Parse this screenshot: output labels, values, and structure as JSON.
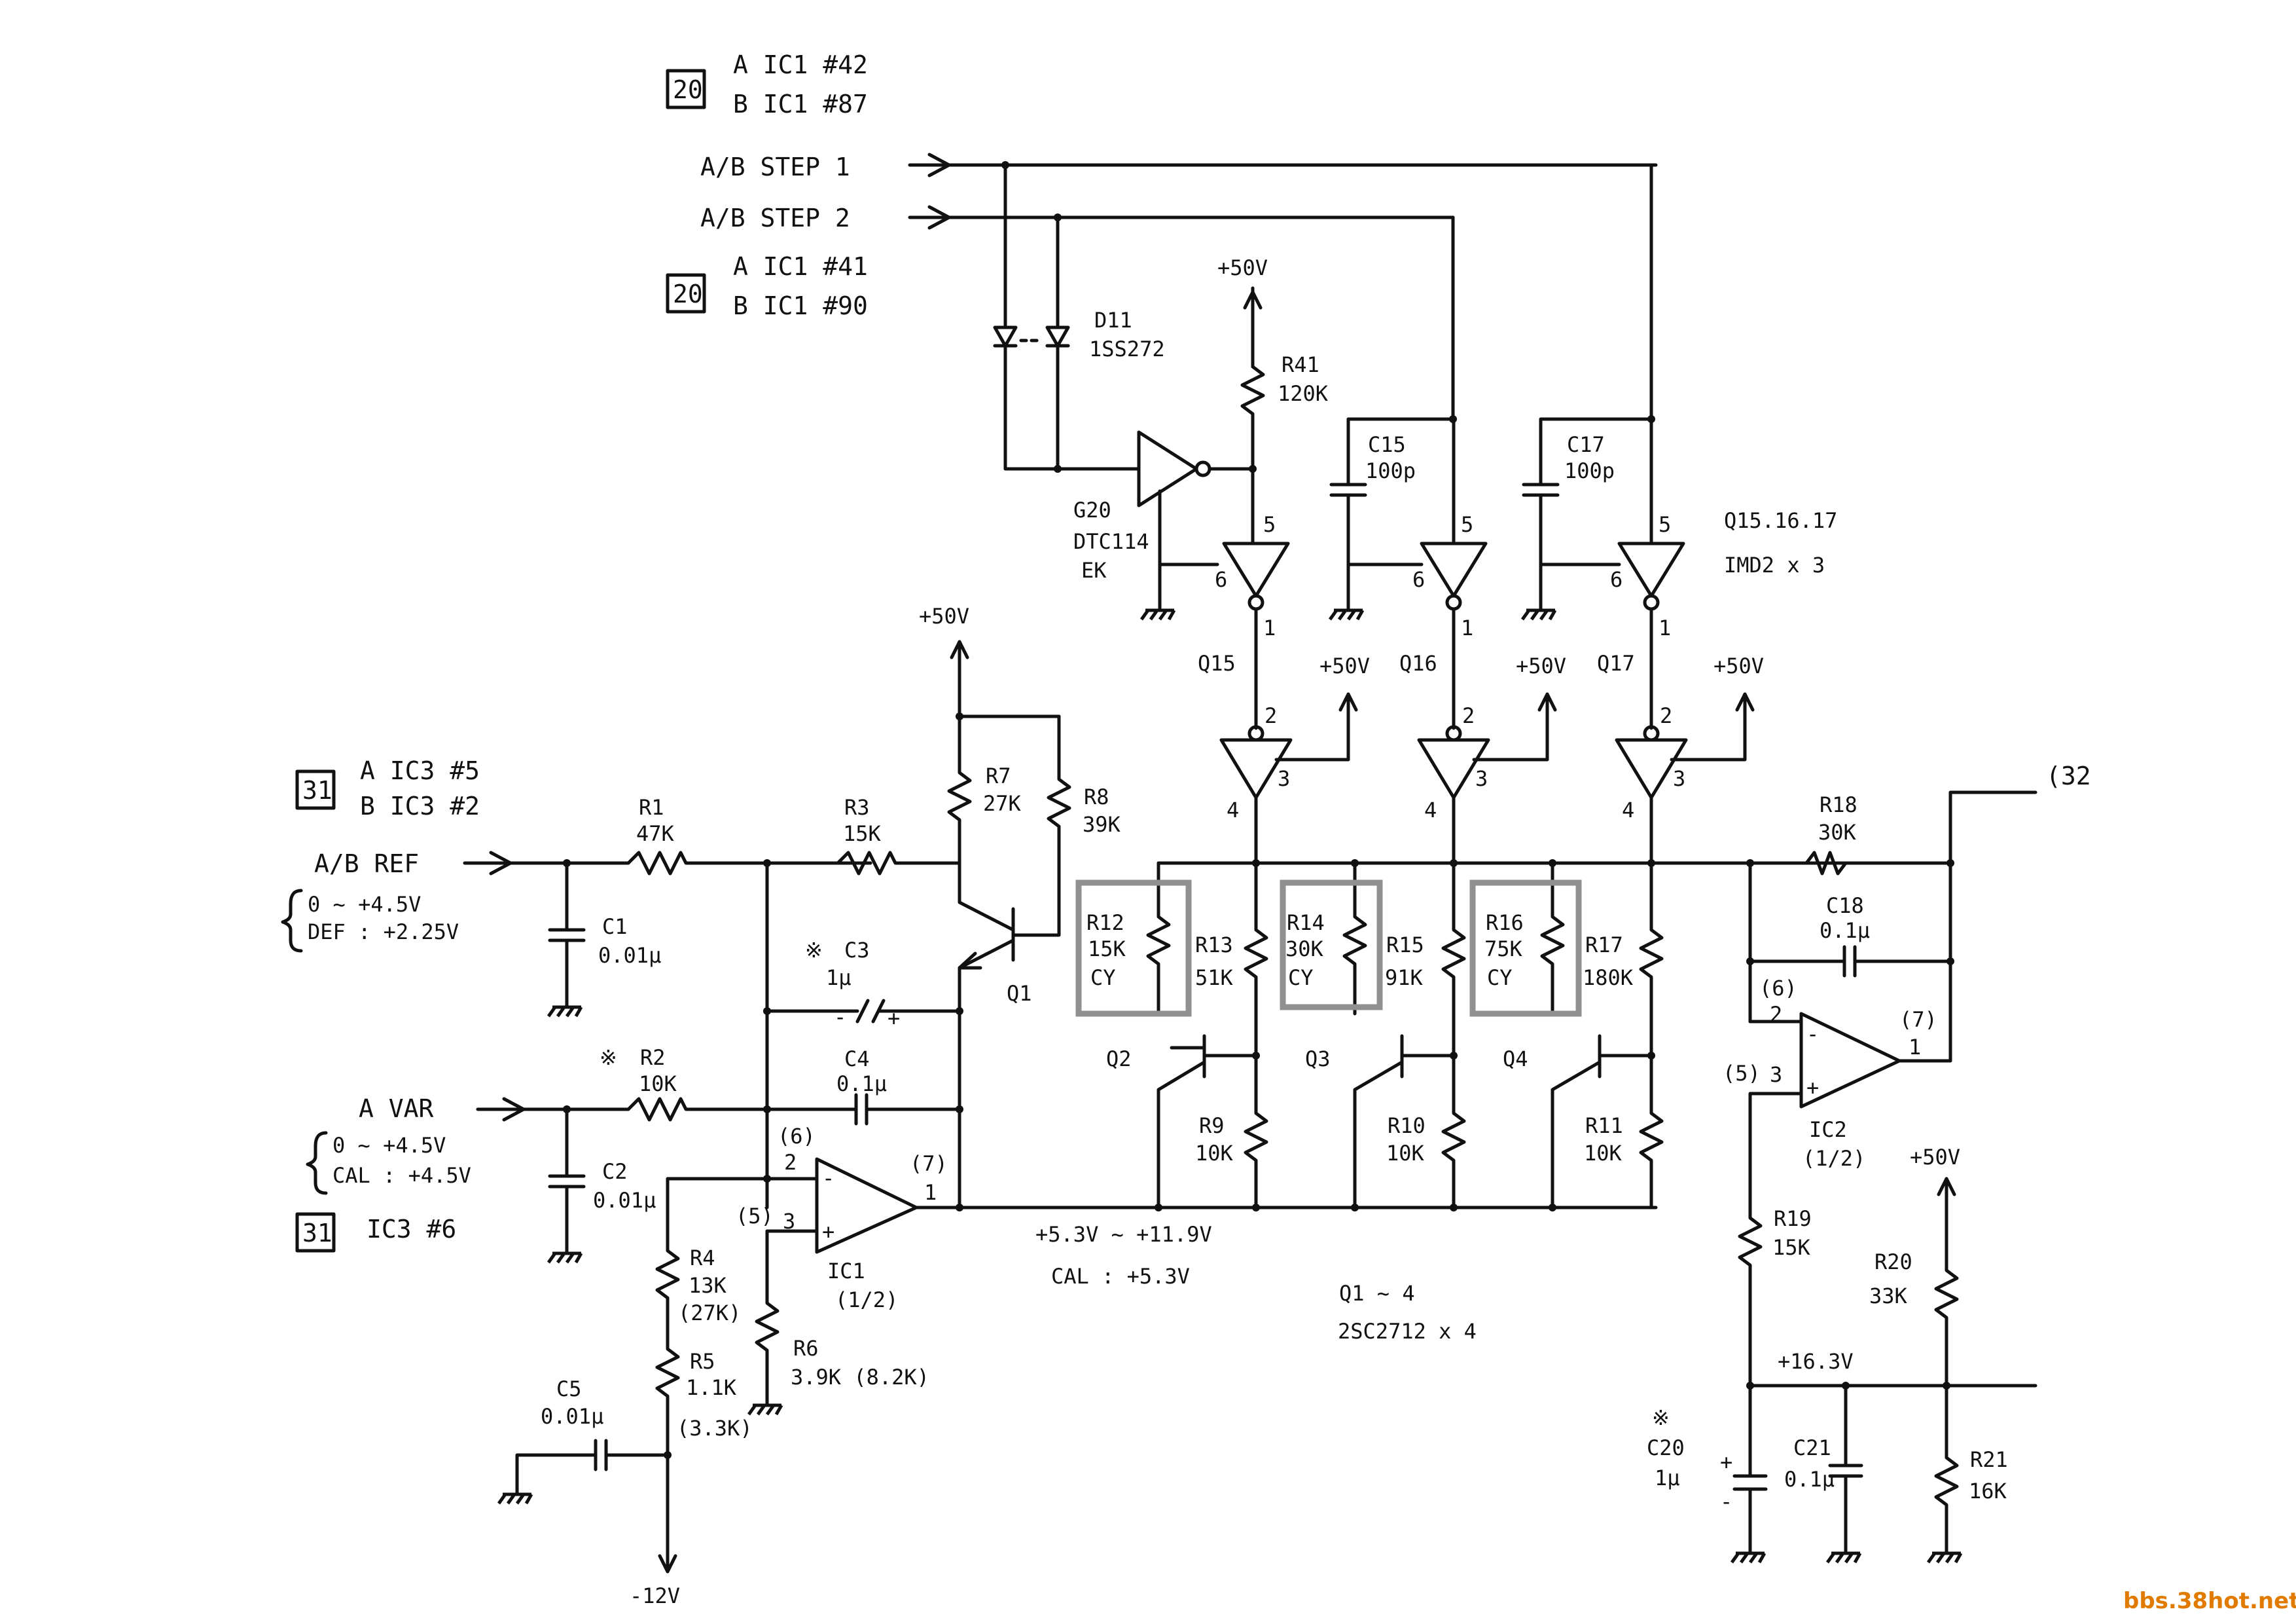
{
  "refs": {
    "ref20a_box": "20",
    "ref20a_l1": "A IC1 #42",
    "ref20a_l2": "B IC1 #87",
    "ref20b_box": "20",
    "ref20b_l1": "A IC1 #41",
    "ref20b_l2": "B IC1 #90",
    "ref31a_box": "31",
    "ref31a_l1": "A IC3 #5",
    "ref31a_l2": "B IC3 #2",
    "ref31b_box": "31",
    "ref31b_l1": "IC3 #6",
    "ref32": "(32"
  },
  "signals": {
    "step1": "A/B STEP 1",
    "step2": "A/B STEP 2",
    "ref": "A/B REF",
    "ref_range": "0 ~ +4.5V",
    "ref_def": "DEF : +2.25V",
    "var": "A VAR",
    "var_range": "0 ~ +4.5V",
    "var_cal": "CAL : +4.5V"
  },
  "rails": {
    "p50": "+50V",
    "m12": "-12V",
    "out_range": "+5.3V ~ +11.9V",
    "out_cal": "CAL : +5.3V",
    "v163": "+16.3V"
  },
  "parts": {
    "D11": "D11",
    "D11_val": "1SS272",
    "R41": "R41",
    "R41_val": "120K",
    "C15": "C15",
    "C15_val": "100p",
    "C17": "C17",
    "C17_val": "100p",
    "G20": "G20",
    "G20_val1": "DTC114",
    "G20_val2": "EK",
    "Q15_17": "Q15.16.17",
    "Q15_17_val": "IMD2 x 3",
    "Q15": "Q15",
    "Q16": "Q16",
    "Q17": "Q17",
    "R1": "R1",
    "R1_val": "47K",
    "R3": "R3",
    "R3_val": "15K",
    "R7": "R7",
    "R7_val": "27K",
    "R8": "R8",
    "R8_val": "39K",
    "C1": "C1",
    "C1_val": "0.01μ",
    "C3": "C3",
    "C3_val": "1μ",
    "C3_mark": "※",
    "R2": "R2",
    "R2_val": "10K",
    "R2_mark": "※",
    "C4": "C4",
    "C4_val": "0.1μ",
    "C2": "C2",
    "C2_val": "0.01μ",
    "Q1": "Q1",
    "R12": "R12",
    "R12_val": "15K",
    "R12_tol": "CY",
    "R13": "R13",
    "R13_val": "51K",
    "R14": "R14",
    "R14_val": "30K",
    "R14_tol": "CY",
    "R15": "R15",
    "R15_val": "91K",
    "R16": "R16",
    "R16_val": "75K",
    "R16_tol": "CY",
    "R17": "R17",
    "R17_val": "180K",
    "Q2": "Q2",
    "Q3": "Q3",
    "Q4": "Q4",
    "R9": "R9",
    "R9_val": "10K",
    "R10": "R10",
    "R10_val": "10K",
    "R11": "R11",
    "R11_val": "10K",
    "R18": "R18",
    "R18_val": "30K",
    "C18": "C18",
    "C18_val": "0.1μ",
    "IC2": "IC2",
    "IC2_half": "(1/2)",
    "IC1": "IC1",
    "IC1_half": "(1/2)",
    "R4": "R4",
    "R4_val": "13K",
    "R4_alt": "(27K)",
    "R5": "R5",
    "R5_val": "1.1K",
    "R5_alt": "(3.3K)",
    "R6": "R6",
    "R6_val": "3.9K (8.2K)",
    "C5": "C5",
    "C5_val": "0.01μ",
    "Q1_4": "Q1 ~ 4",
    "Q1_4_val": "2SC2712 x 4",
    "R19": "R19",
    "R19_val": "15K",
    "R20": "R20",
    "R20_val": "33K",
    "R21": "R21",
    "R21_val": "16K",
    "C20": "C20",
    "C20_val": "1μ",
    "C20_mark": "※",
    "C21": "C21",
    "C21_val": "0.1μ"
  },
  "pins": {
    "p5": "5",
    "p6": "6",
    "p1": "1",
    "p2": "2",
    "p3": "3",
    "p4": "4",
    "ic1_n6": "(6)",
    "ic1_2": "2",
    "ic1_n5": "(5)",
    "ic1_3": "3",
    "ic1_n7": "(7)",
    "ic1_1": "1",
    "ic2_n6": "(6)",
    "ic2_2": "2",
    "ic2_n5": "(5)",
    "ic2_3": "3",
    "ic2_n7": "(7)",
    "ic2_1": "1",
    "minus": "-",
    "plus": "+"
  },
  "watermark": "bbs.38hot.net",
  "colors": {
    "ink": "#111111",
    "highlight": "#909090",
    "watermark": "#e07b00"
  }
}
